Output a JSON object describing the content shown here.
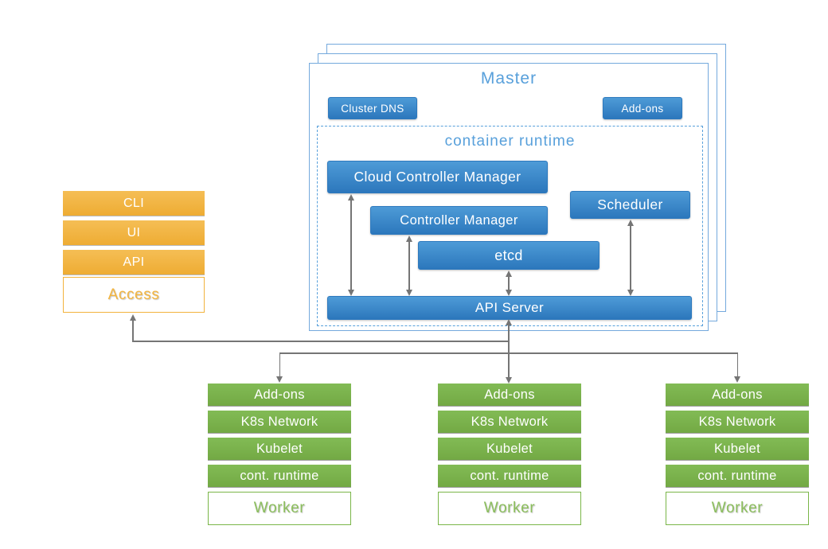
{
  "colors": {
    "blue_top": "#4E9BD7",
    "blue_bottom": "#2C77BC",
    "blue_border": "#2D79BE",
    "light_blue": "#74A9DD",
    "blue_text": "#58A0DB",
    "orange": "#F2B33D",
    "orange_text": "#F2B43F",
    "green": "#7AB648",
    "green_text": "#8BBE5C",
    "gray_line": "#757575"
  },
  "master": {
    "title": "Master",
    "cluster_dns_label": "Cluster DNS",
    "addons_label": "Add-ons",
    "container_runtime_title": "container runtime",
    "components": {
      "cloud_controller_manager": "Cloud Controller Manager",
      "controller_manager": "Controller Manager",
      "scheduler": "Scheduler",
      "etcd": "etcd",
      "api_server": "API Server"
    }
  },
  "access_stack": {
    "rows": [
      "CLI",
      "UI",
      "API"
    ],
    "label": "Access"
  },
  "workers": [
    {
      "rows": [
        "Add-ons",
        "K8s Network",
        "Kubelet",
        "cont. runtime"
      ],
      "label": "Worker"
    },
    {
      "rows": [
        "Add-ons",
        "K8s Network",
        "Kubelet",
        "cont. runtime"
      ],
      "label": "Worker"
    },
    {
      "rows": [
        "Add-ons",
        "K8s Network",
        "Kubelet",
        "cont. runtime"
      ],
      "label": "Worker"
    }
  ]
}
